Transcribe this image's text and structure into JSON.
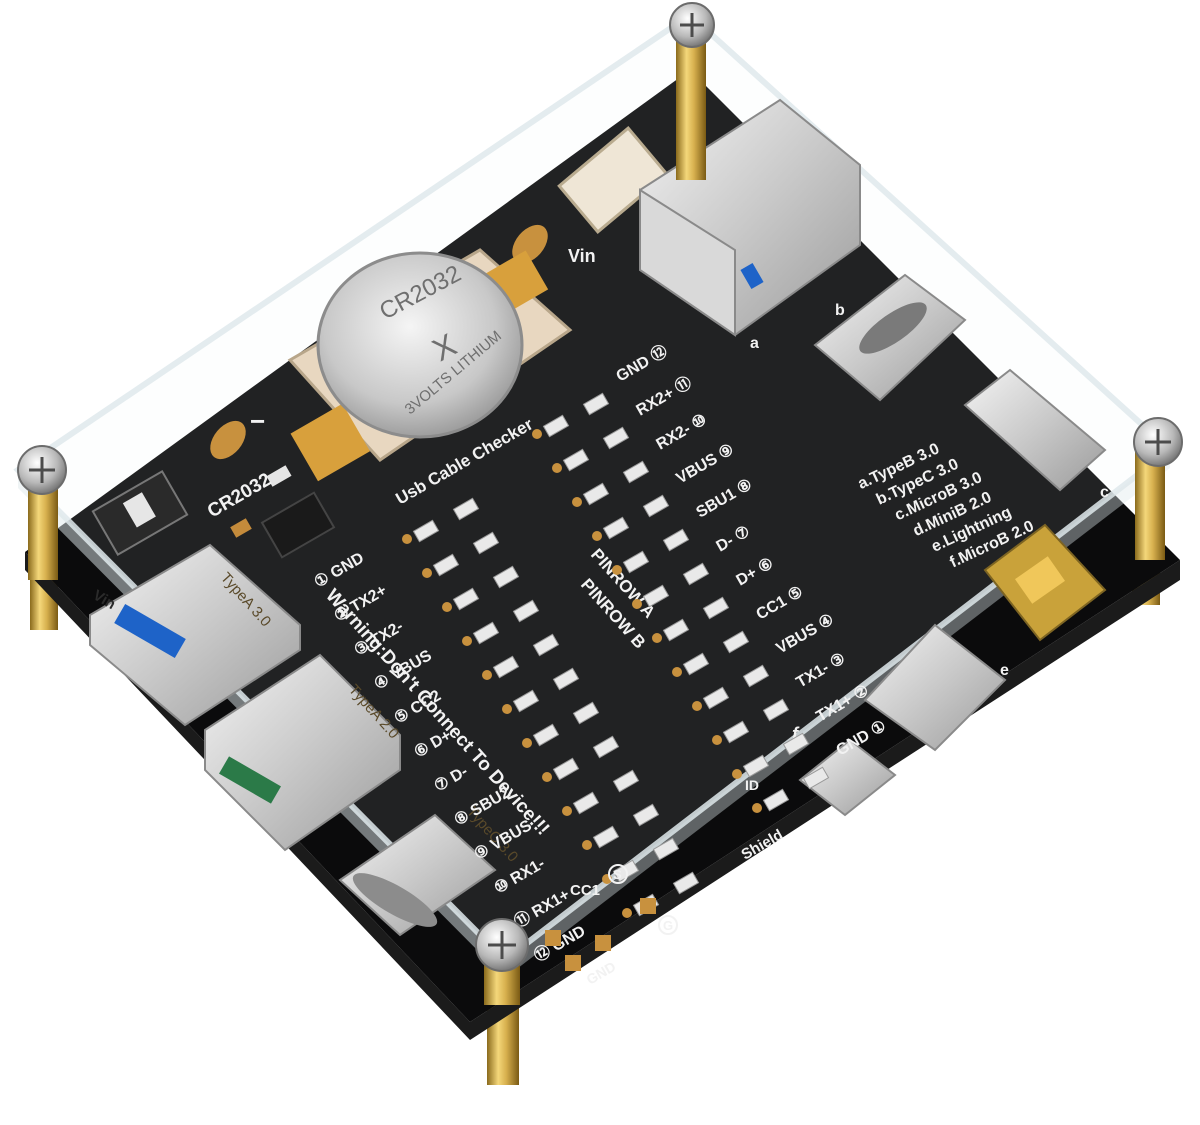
{
  "board": {
    "title": "Usb Cable Checker",
    "warning": "Warning:Don't Connect To Device!!!",
    "battery_label": "CR2032",
    "vin_label": "Vin",
    "vin_label_left": "Vin",
    "pinrow_a": "PINROW A",
    "pinrow_b": "PINROW B",
    "cell": {
      "line1": "CR2032",
      "line2": "3VOLTS LITHIUM",
      "mark": "X"
    },
    "port_labels_left": [
      "TypeA 3.0",
      "TypeA 2.0",
      "TypeC 3.0"
    ],
    "connector_legend": [
      "a.TypeB 3.0",
      "b.TypeC 3.0",
      "c.MicroB 3.0",
      "d.MiniB 2.0",
      "e.Lightning",
      "f.MicroB 2.0"
    ],
    "connector_marks": [
      "a",
      "b",
      "c",
      "e",
      "f"
    ],
    "pinrow_b_labels": [
      "① GND",
      "② TX2+",
      "③ TX2-",
      "④ VBUS",
      "⑤ CC2",
      "⑥ D+",
      "⑦ D-",
      "⑧ SBU2",
      "⑨ VBUS",
      "⑩ RX1-",
      "⑪ RX1+",
      "⑫ GND"
    ],
    "pinrow_a_labels": [
      "GND ⑫",
      "RX2+ ⑪",
      "RX2- ⑩",
      "VBUS ⑨",
      "SBU1 ⑧",
      "D- ⑦",
      "D+ ⑥",
      "CC1 ⑤",
      "VBUS ④",
      "TX1- ③",
      "TX1+ ②",
      "GND ①"
    ],
    "bottom_labels": {
      "id": "ID",
      "shield": "Shield",
      "cc1": "CC1",
      "gnd": "GND",
      "s_mark": "S",
      "g_mark": "G",
      "minus_mark": "−"
    }
  },
  "colors": {
    "pcb": "#0b0b0c",
    "silkscreen": "#f2f2f2",
    "brass": "#c9a64a",
    "acrylic_edge": "#dfe9ec",
    "usb3_blue": "#1e63c8"
  }
}
